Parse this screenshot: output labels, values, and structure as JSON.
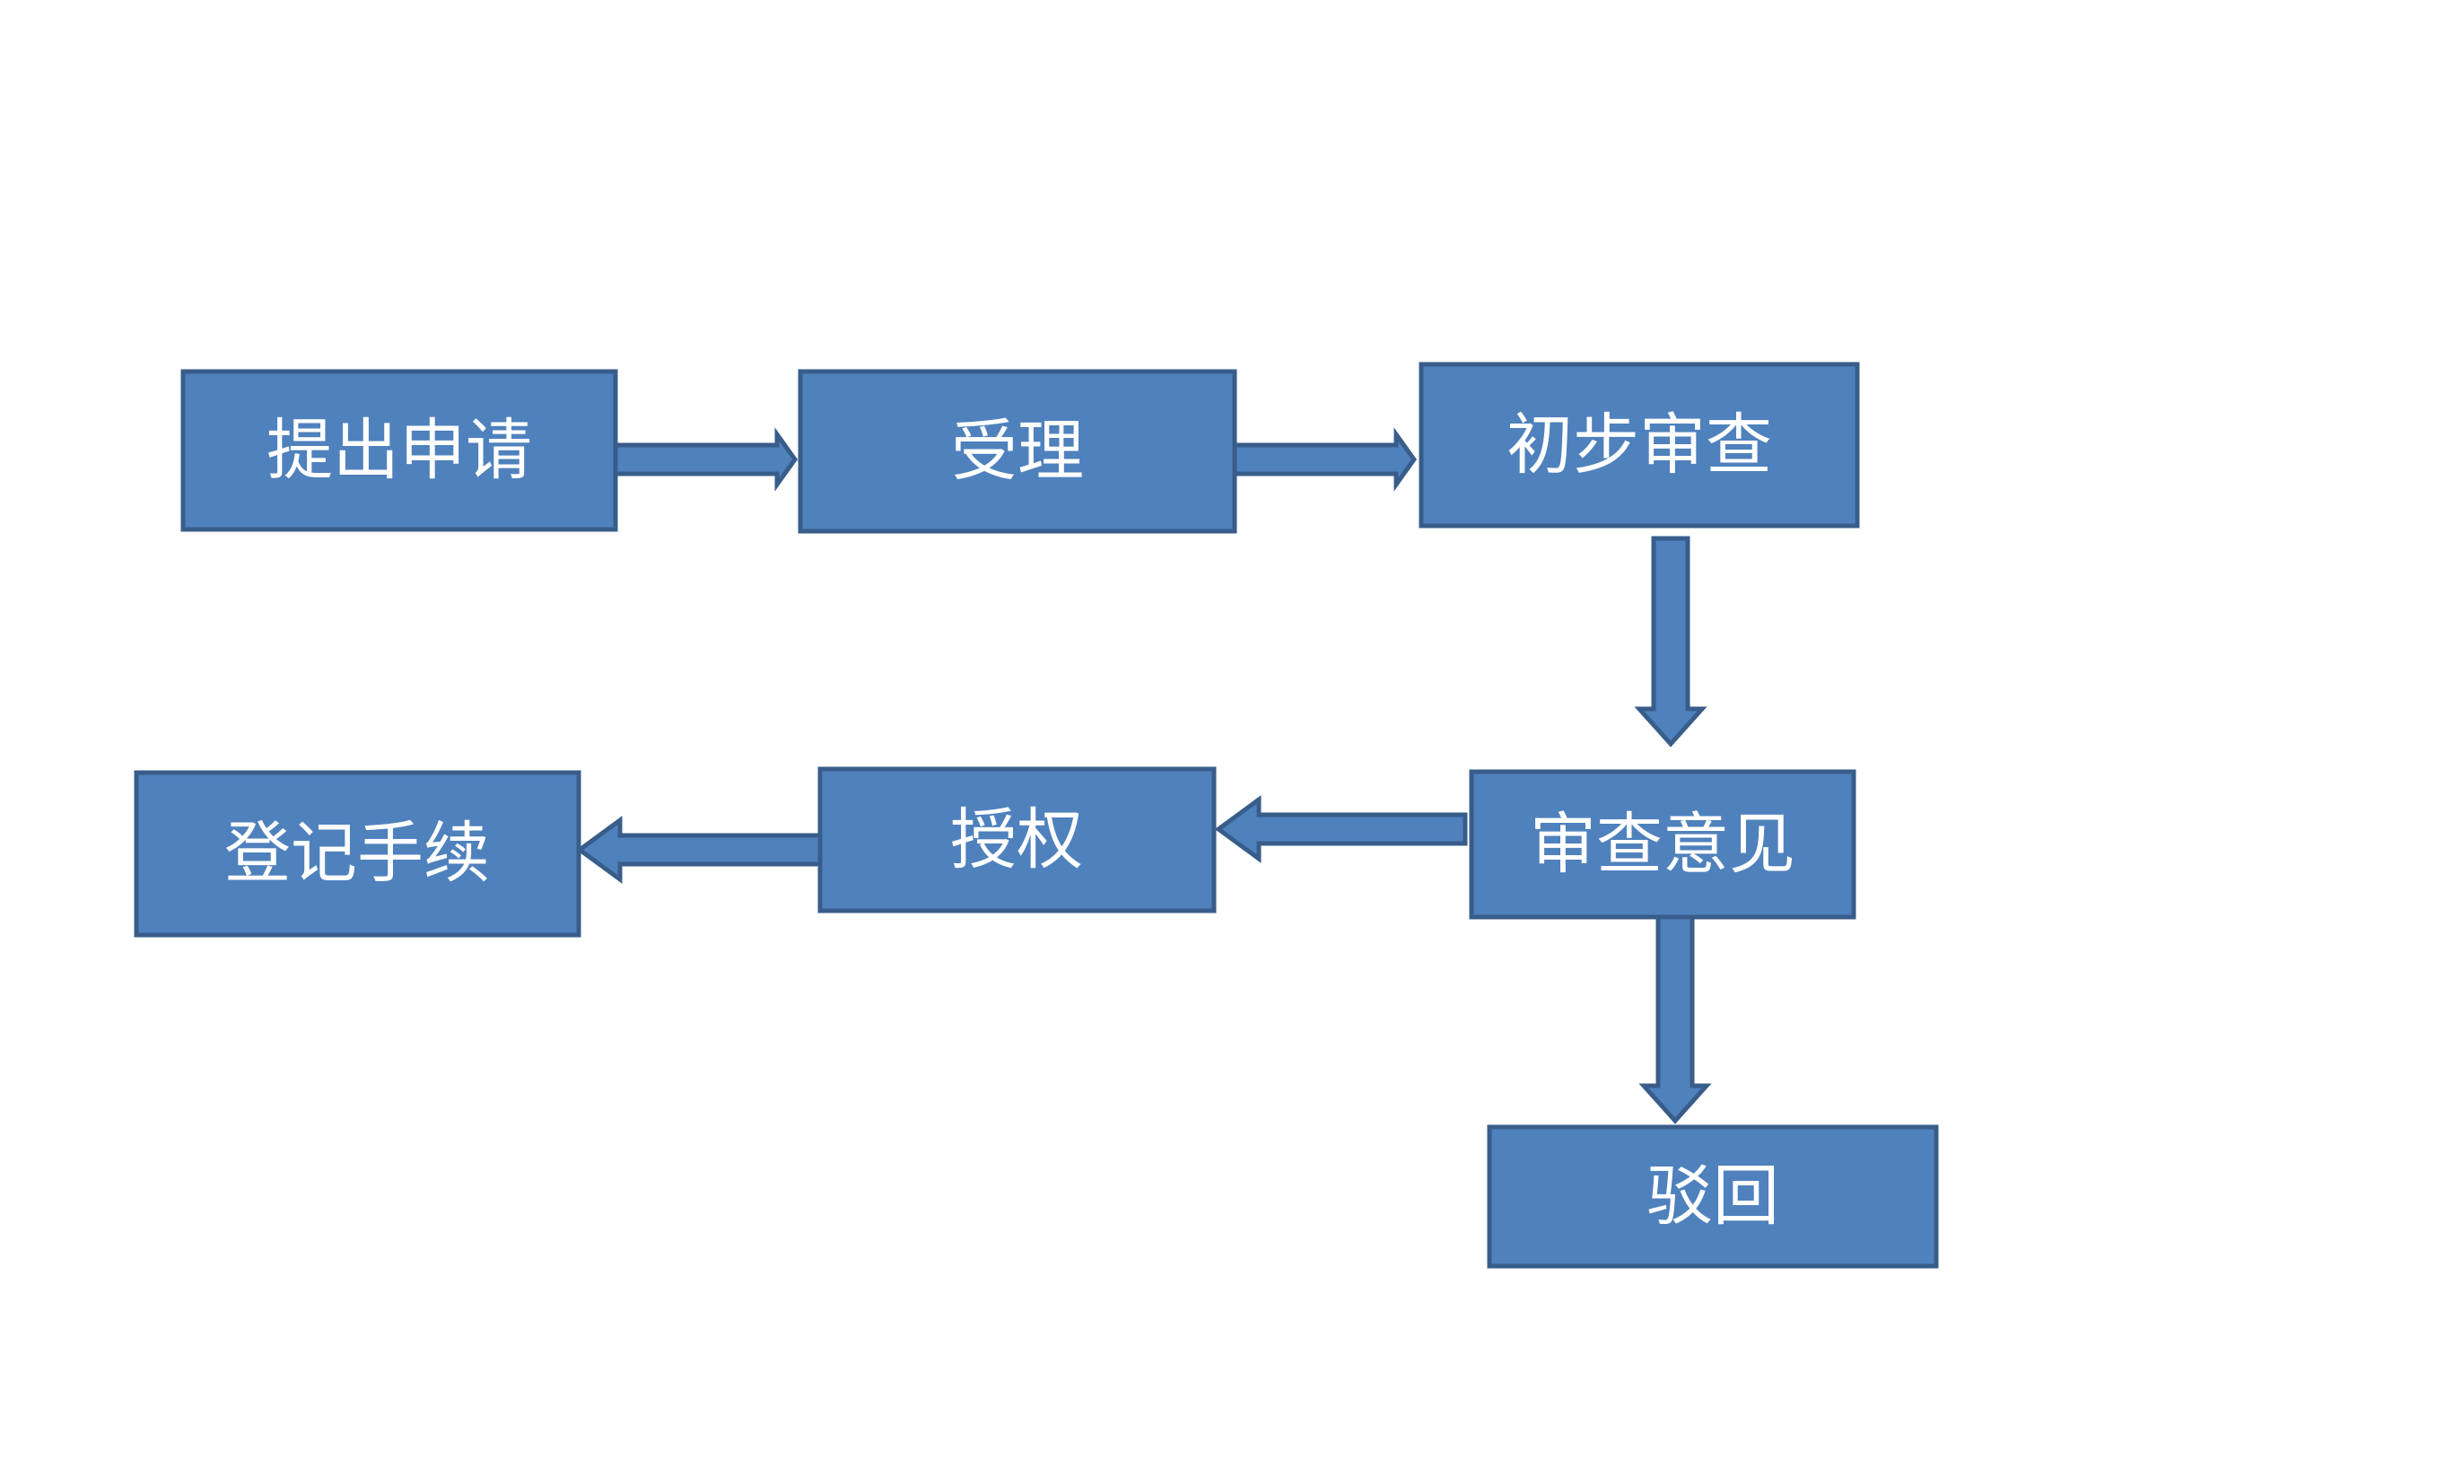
{
  "nodes": {
    "submit": "提出申请",
    "accept": "受理",
    "preliminary": "初步审查",
    "opinion": "审查意见",
    "grant": "授权",
    "register": "登记手续",
    "reject": "驳回"
  },
  "edges": [
    {
      "from": "submit",
      "to": "accept"
    },
    {
      "from": "accept",
      "to": "preliminary"
    },
    {
      "from": "preliminary",
      "to": "opinion"
    },
    {
      "from": "opinion",
      "to": "grant"
    },
    {
      "from": "grant",
      "to": "register"
    },
    {
      "from": "opinion",
      "to": "reject"
    }
  ],
  "colors": {
    "box_fill": "#4f81bd",
    "box_stroke": "#385d8a",
    "text": "#ffffff"
  }
}
